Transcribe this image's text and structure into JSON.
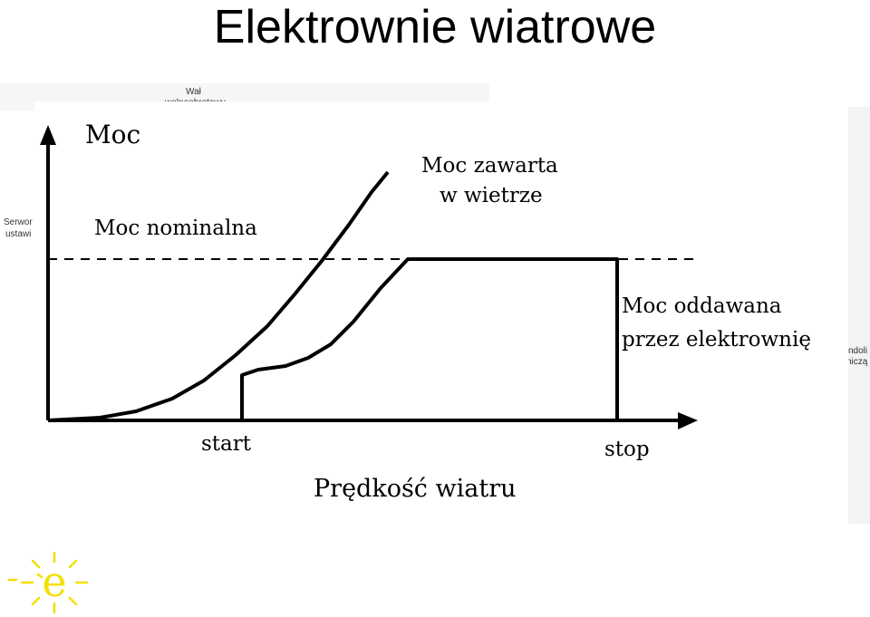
{
  "slide": {
    "title": "Elektrownie wiatrowe"
  },
  "background_fragments": {
    "top_label_1": "Wał",
    "top_label_2": "wolnoobrotowy",
    "left_label_1": "Serwor",
    "left_label_2": "ustawi",
    "right_label_1": "ndoli",
    "right_label_2": "niczą"
  },
  "diagram": {
    "y_axis_label": "Moc",
    "x_axis_label": "Prędkość wiatru",
    "nominal_power_label": "Moc nominalna",
    "wind_power_label_line1": "Moc zawarta",
    "wind_power_label_line2": "w wietrze",
    "output_power_label_line1": "Moc oddawana",
    "output_power_label_line2": "przez elektrownię",
    "start_label": "start",
    "stop_label": "stop"
  },
  "logo": {
    "letter": "e",
    "color": "#f2e000"
  },
  "colors": {
    "line": "#000000",
    "logo_yellow": "#f2e000"
  }
}
